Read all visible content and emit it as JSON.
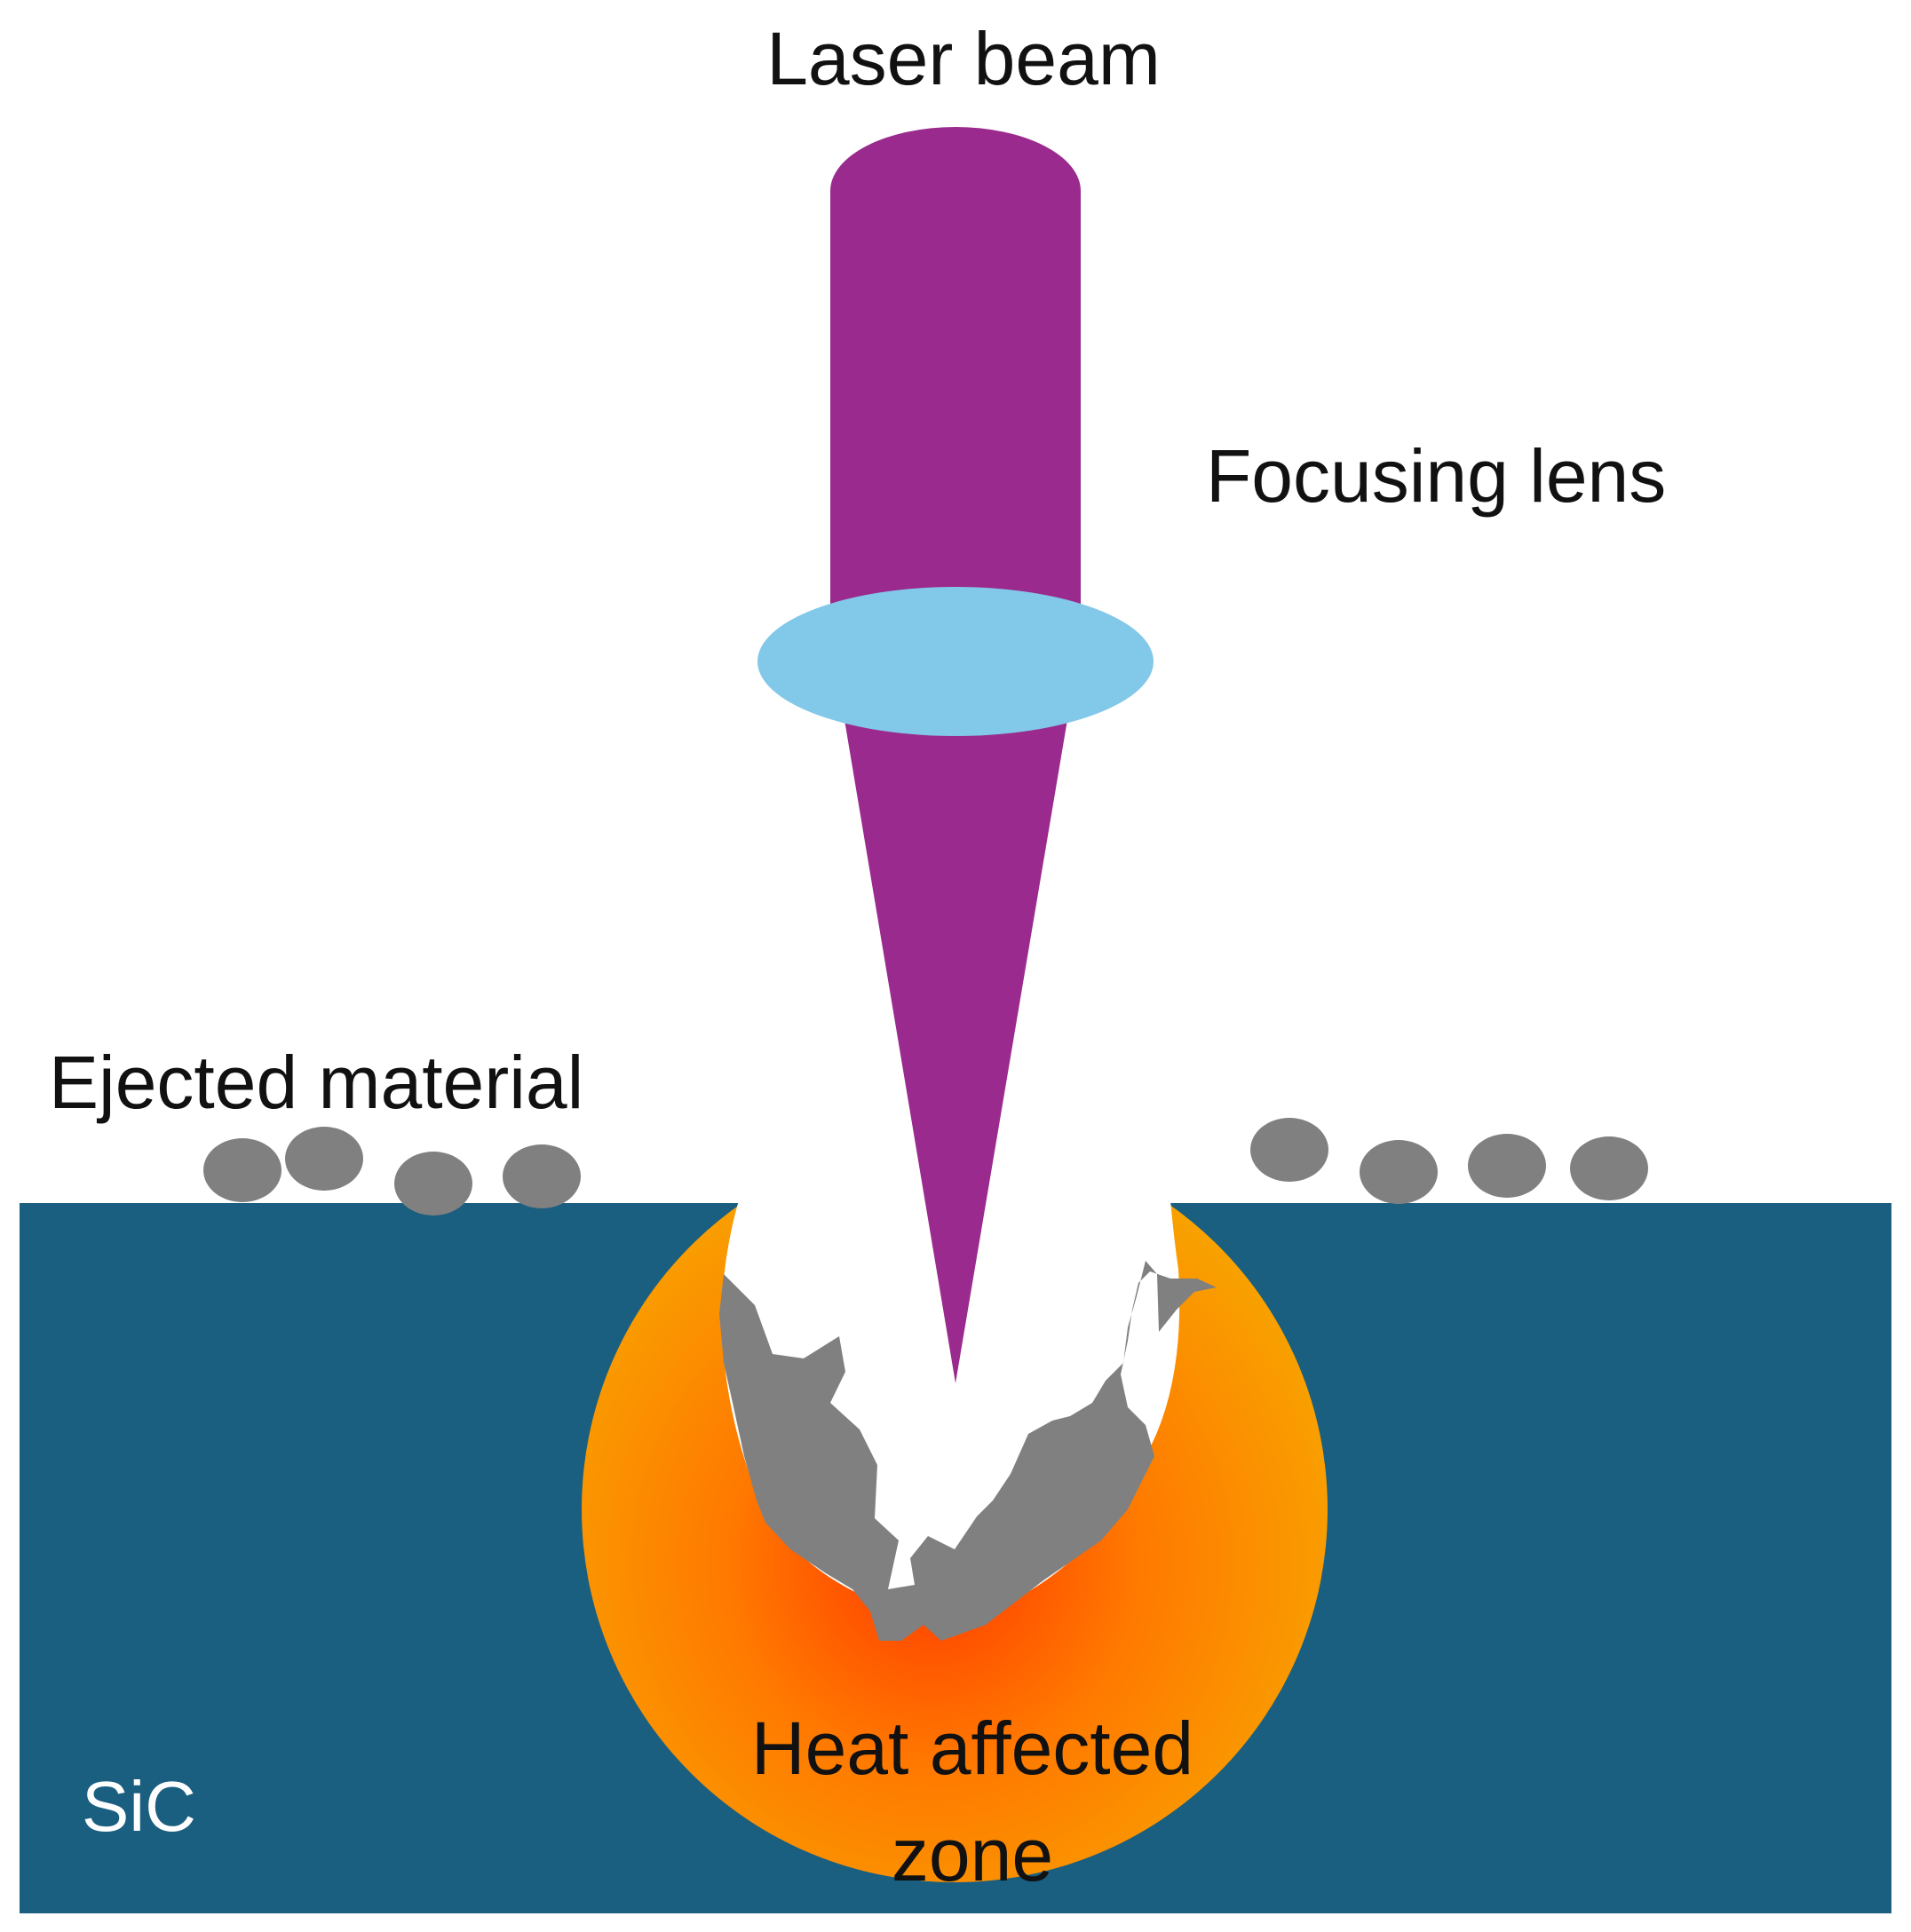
{
  "labels": {
    "laser_beam": "Laser beam",
    "focusing_lens": "Focusing lens",
    "ejected_material": "Ejected material",
    "material": "SiC",
    "heat_zone_line1": "Heat affected",
    "heat_zone_line2": "zone"
  },
  "colors": {
    "background": "#ffffff",
    "substrate": "#1a5e80",
    "laser": "#9b2a8e",
    "lens": "#82c8e8",
    "debris": "#808080",
    "heat_outer": "#f7a800",
    "heat_inner": "#ff4500",
    "text": "#111111",
    "text_light": "#ffffff"
  }
}
